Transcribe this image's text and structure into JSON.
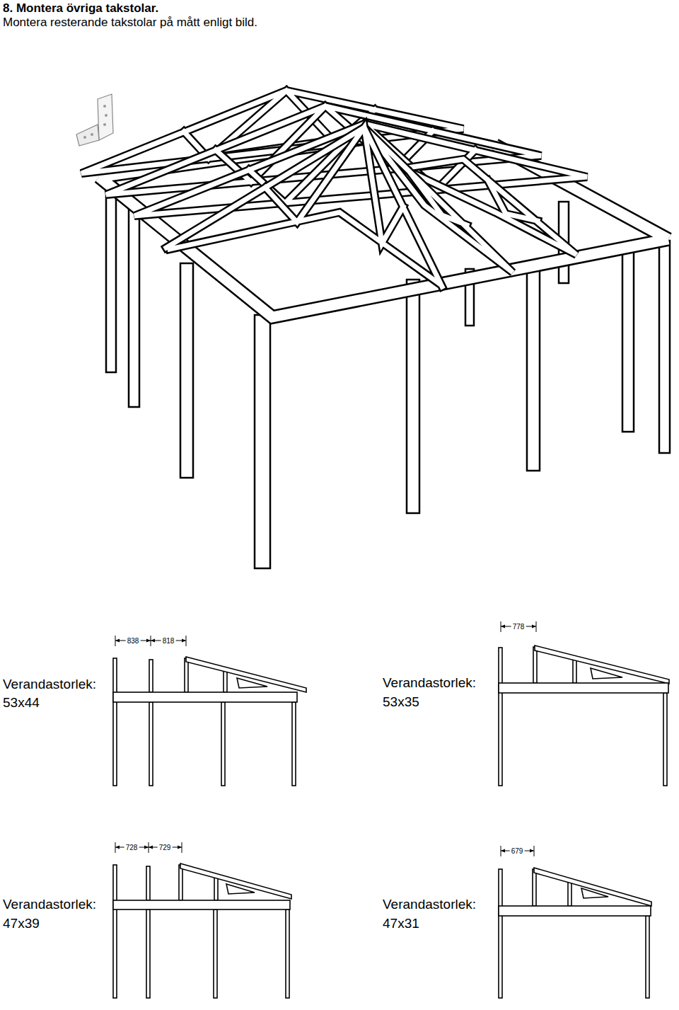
{
  "diagram": {
    "title": "8. Montera övriga takstolar.",
    "labels": [
      "Montera resterande takstolar på mått enligt bild.",
      "838",
      "818",
      "778",
      "Verandastorlek:",
      "53x44",
      "Verandastorlek:",
      "53x35",
      "728",
      "729",
      "679",
      "Verandastorlek:",
      "47x39",
      "Verandastorlek:",
      "47x31"
    ]
  }
}
